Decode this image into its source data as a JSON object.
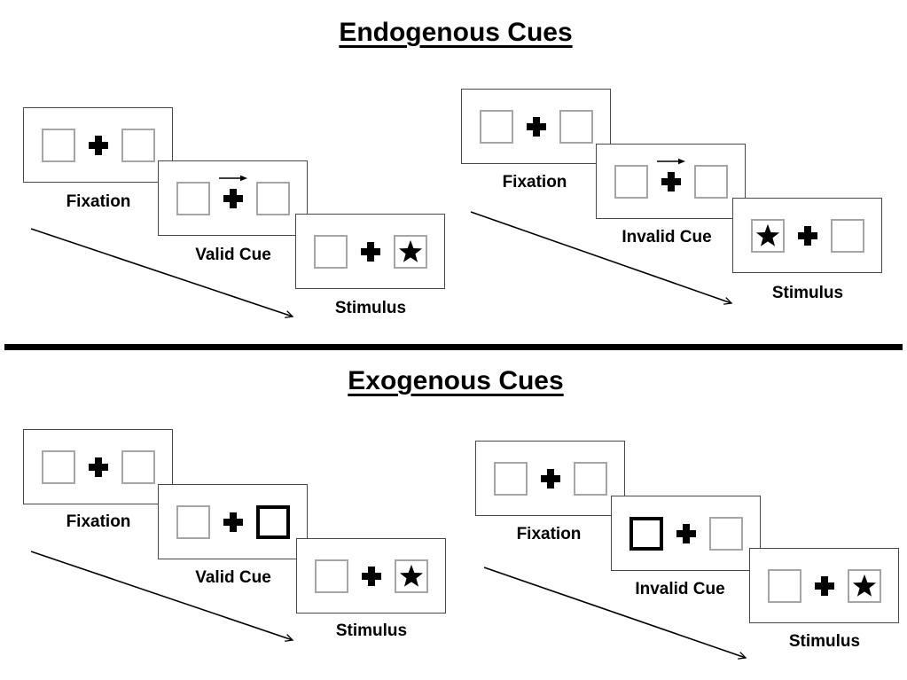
{
  "titles": {
    "endogenous": "Endogenous Cues",
    "exogenous": "Exogenous Cues"
  },
  "groups": [
    {
      "name": "endogenous-valid",
      "panels": [
        {
          "label": "Fixation",
          "content": "two empty boxes with central fixation cross"
        },
        {
          "label": "Valid Cue",
          "cue_type": "central-arrow",
          "cue_direction": "right"
        },
        {
          "label": "Stimulus",
          "star_side": "right"
        }
      ]
    },
    {
      "name": "endogenous-invalid",
      "panels": [
        {
          "label": "Fixation",
          "content": "two empty boxes with central fixation cross"
        },
        {
          "label": "Invalid Cue",
          "cue_type": "central-arrow",
          "cue_direction": "right"
        },
        {
          "label": "Stimulus",
          "star_side": "left"
        }
      ]
    },
    {
      "name": "exogenous-valid",
      "panels": [
        {
          "label": "Fixation",
          "content": "two empty boxes with central fixation cross"
        },
        {
          "label": "Valid Cue",
          "cue_type": "peripheral-box-highlight",
          "cue_side": "right"
        },
        {
          "label": "Stimulus",
          "star_side": "right"
        }
      ]
    },
    {
      "name": "exogenous-invalid",
      "panels": [
        {
          "label": "Fixation",
          "content": "two empty boxes with central fixation cross"
        },
        {
          "label": "Invalid Cue",
          "cue_type": "peripheral-box-highlight",
          "cue_side": "left"
        },
        {
          "label": "Stimulus",
          "star_side": "right"
        }
      ]
    }
  ],
  "icons": {
    "fixation_cross": "bold plus sign",
    "cue_arrow": "thin right-pointing arrow",
    "stimulus_star": "filled five-point star",
    "timeline_arrow": "thin diagonal arrow pointing down-right"
  },
  "colors": {
    "background": "#ffffff",
    "ink": "#000000",
    "panel_border": "#484848",
    "box_border": "#a6a6a6",
    "cue_box_border": "#000000",
    "divider": "#000000"
  }
}
